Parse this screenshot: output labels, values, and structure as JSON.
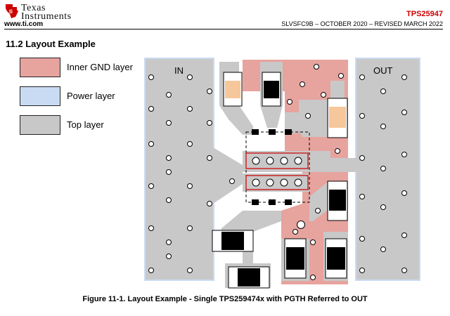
{
  "header": {
    "logo_line1": "Texas",
    "logo_line2": "Instruments",
    "website": "www.ti.com",
    "product": "TPS25947",
    "doc_info": "SLVSFC9B – OCTOBER 2020 – REVISED MARCH 2022",
    "logo_color": "#cc0000"
  },
  "section": {
    "title": "11.2 Layout Example"
  },
  "legend": [
    {
      "label": "Inner GND layer",
      "color": "#e7a39e"
    },
    {
      "label": "Power layer",
      "color": "#c9dbf3"
    },
    {
      "label": "Top layer",
      "color": "#c8c8c8"
    }
  ],
  "figure": {
    "in_label": "IN",
    "out_label": "OUT",
    "caption": "Figure 11-1. Layout Example - Single TPS259474x with PGTH Referred to OUT"
  }
}
